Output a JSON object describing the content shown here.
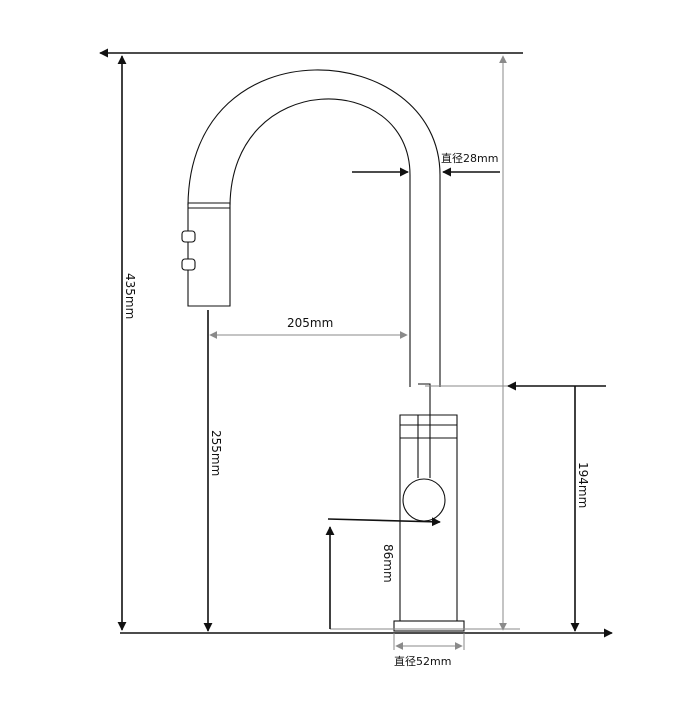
{
  "diagram": {
    "labels": {
      "overall_height": "435mm",
      "spout_diameter": "直径28mm",
      "reach": "205mm",
      "spout_clearance": "255mm",
      "handle_height": "194mm",
      "lever_height": "86mm",
      "base_diameter": "直径52mm"
    },
    "colors": {
      "line": "#111111",
      "dim_gray": "#8a8a8a",
      "background": "#ffffff"
    }
  }
}
